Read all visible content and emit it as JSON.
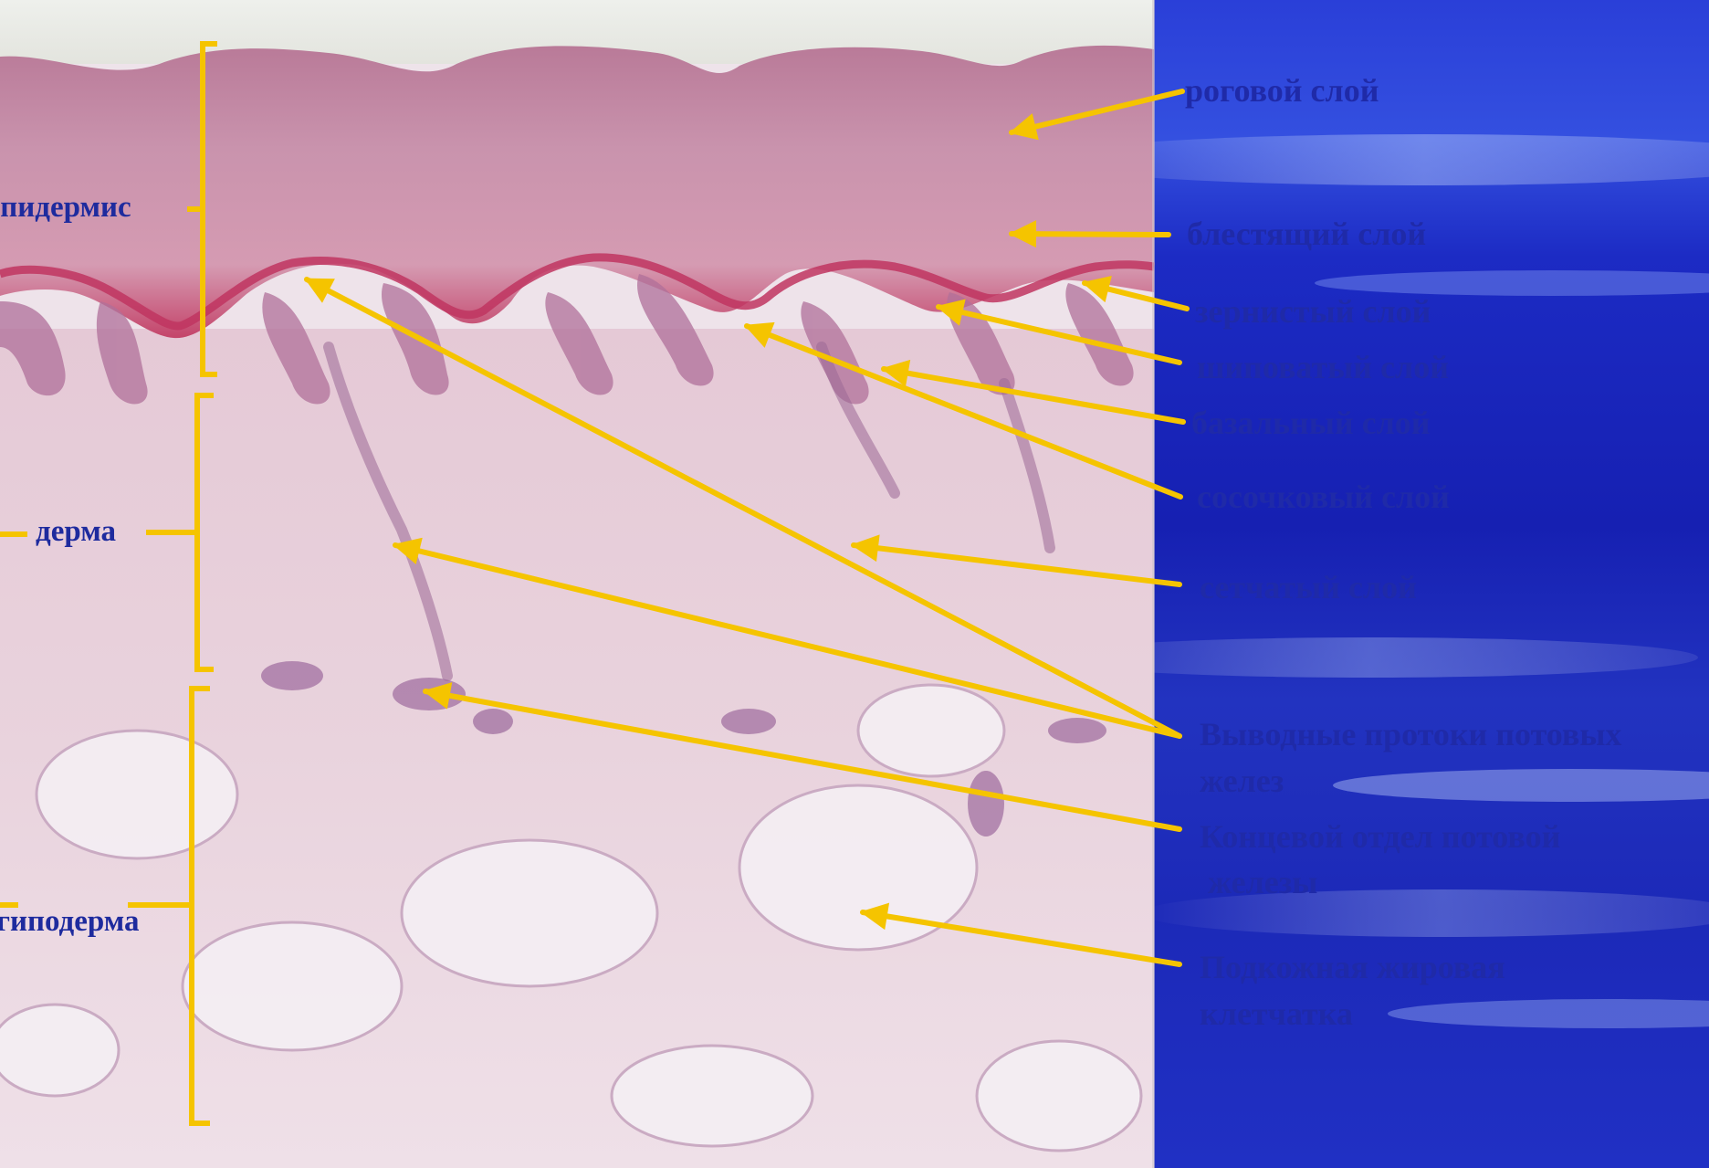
{
  "colors": {
    "annotation": "#f5c400",
    "label_text": "#1f2aa8",
    "background_blue": "#1a22b8",
    "tissue_epidermis": "#c06a8e",
    "tissue_dermis": "#e6cdd9",
    "tissue_hypodermis": "#efe3ec"
  },
  "left_labels": {
    "epidermis": "эпидермис",
    "dermis": "дерма",
    "hypodermis": "гиподерма"
  },
  "right_labels": {
    "stratum_corneum": "роговой слой",
    "stratum_lucidum": "блестящий слой",
    "stratum_granulosum": "зернистый слой",
    "stratum_spinosum": "шиповатый слой",
    "stratum_basale": "базальный слой",
    "papillary_layer": "сосочковый слой",
    "reticular_layer": "сетчатый слой",
    "sweat_ducts_line1": "Выводные протоки потовых",
    "sweat_ducts_line2": "желез",
    "sweat_gland_end_line1": "Концевой отдел потовой",
    "sweat_gland_end_line2": " железы",
    "fat_tissue_line1": "Подкожная жировая",
    "fat_tissue_line2": "клетчатка"
  },
  "icons": {
    "pointer": "arrow-icon",
    "bracket": "bracket-icon"
  }
}
